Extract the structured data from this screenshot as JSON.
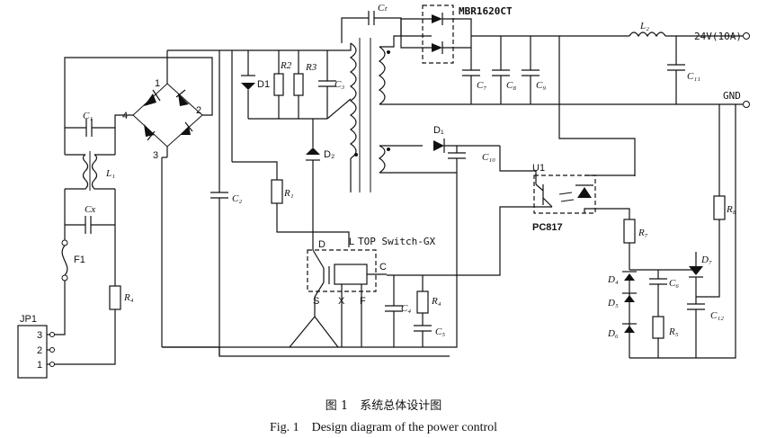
{
  "labels": {
    "c1": "C₁",
    "l1": "L₁",
    "cx": "Cx",
    "f1": "F1",
    "r4_left": "R₄",
    "jp1": "JP1",
    "pin3": "3",
    "pin2": "2",
    "pin1": "1",
    "bridge_1": "1",
    "bridge_2": "2",
    "bridge_3": "3",
    "bridge_4": "4",
    "c2": "C₂",
    "r1": "R₁",
    "d1_top": "D1",
    "r2": "R2",
    "r3": "R3",
    "c3": "C₃",
    "d2": "D₂",
    "ct": "Cₜ",
    "mbr": "MBR1620CT",
    "c7": "C₇",
    "c8": "C₈",
    "c9": "C₉",
    "l2": "L₂",
    "c11": "C₁₁",
    "out": "24V(10A)",
    "gnd": "GND",
    "d1_aux": "D₁",
    "c10": "C₁₀",
    "u1": "U1",
    "pc817": "PC817",
    "top": "TOP Switch-GX",
    "pin_d": "D",
    "pin_l": "L",
    "pin_c": "C",
    "pin_s": "S",
    "pin_x": "X",
    "pin_f": "F",
    "c4": "C₄",
    "r4": "R₄",
    "c5": "C₅",
    "r7": "R₇",
    "r8": "R₈",
    "d7": "D₇",
    "d4": "D₄",
    "d5": "D₅",
    "d6": "D₆",
    "c6": "C₆",
    "r5": "R₅",
    "c12": "C₁₂"
  },
  "caption": {
    "cn": "图 1　系统总体设计图",
    "en": "Fig. 1　Design diagram of the power control"
  }
}
